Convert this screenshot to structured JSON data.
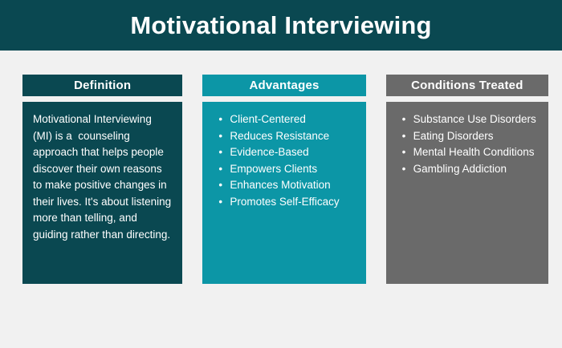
{
  "banner": {
    "title": "Motivational Interviewing",
    "background_color": "#0a4851",
    "text_color": "#ffffff"
  },
  "page": {
    "background_color": "#f1f1f1"
  },
  "columns": [
    {
      "id": "definition",
      "header": "Definition",
      "accent_color": "#0a4851",
      "body_type": "paragraph",
      "paragraph": "Motivational Interviewing (MI) is a  counseling approach that helps people discover their own reasons to make positive changes in their lives. It's about listening more than telling, and guiding rather than directing."
    },
    {
      "id": "advantages",
      "header": "Advantages",
      "accent_color": "#0c96a6",
      "body_type": "bullets",
      "bullets": [
        "Client-Centered",
        "Reduces Resistance",
        "Evidence-Based",
        "Empowers Clients",
        "Enhances Motivation",
        "Promotes Self-Efficacy"
      ]
    },
    {
      "id": "conditions",
      "header": "Conditions Treated",
      "accent_color": "#6a6a6a",
      "body_type": "bullets",
      "bullets": [
        "Substance Use Disorders",
        "Eating Disorders",
        "Mental Health Conditions",
        "Gambling Addiction"
      ]
    }
  ]
}
